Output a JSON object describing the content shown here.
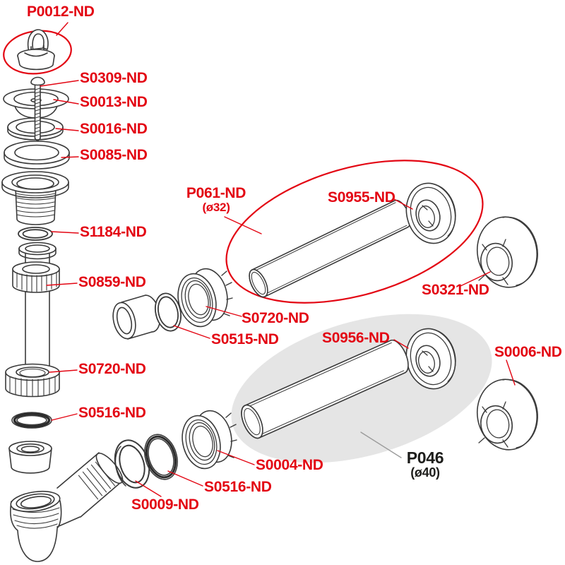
{
  "diagram": {
    "type": "exploded-parts-diagram",
    "colors": {
      "label_red": "#e30613",
      "line_art": "#3a3a3a",
      "group_ellipse_fill": "#e5e5e5",
      "group_ellipse_outline": "#e30613",
      "dark_label": "#1d1d1b"
    },
    "parts": {
      "p0012": "P0012-ND",
      "s0309": "S0309-ND",
      "s0013": "S0013-ND",
      "s0016": "S0016-ND",
      "s0085": "S0085-ND",
      "s1184": "S1184-ND",
      "s0859": "S0859-ND",
      "s0720_left": "S0720-ND",
      "s0516_left": "S0516-ND",
      "s0955": "S0955-ND",
      "s0321": "S0321-ND",
      "s0720_mid": "S0720-ND",
      "s0515": "S0515-ND",
      "s0956": "S0956-ND",
      "s0006": "S0006-ND",
      "s0004": "S0004-ND",
      "s0516_bottom": "S0516-ND",
      "s0009": "S0009-ND"
    },
    "groups": {
      "p061": {
        "code": "P061-ND",
        "diameter": "(ø32)"
      },
      "p046": {
        "code": "P046",
        "diameter": "(ø40)"
      }
    }
  }
}
